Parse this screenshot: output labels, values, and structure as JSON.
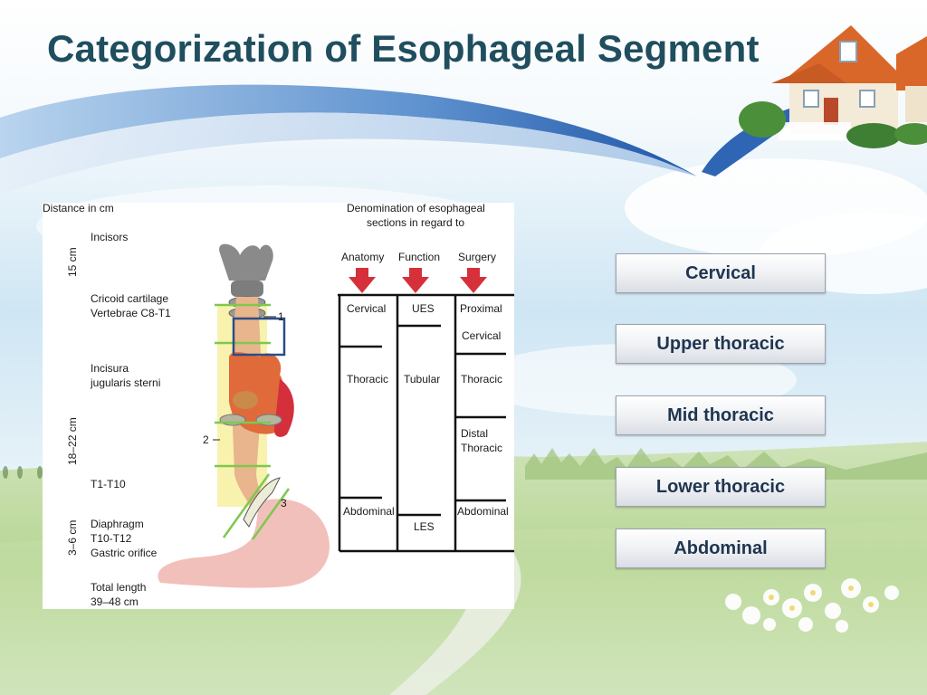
{
  "slide": {
    "title": "Categorization of Esophageal Segment"
  },
  "figure": {
    "left_labels": {
      "distance_header": "Distance in cm",
      "incisors": "Incisors",
      "cricoid": "Cricoid cartilage",
      "vertebrae_c8": "Vertebrae C8-T1",
      "incisura1": "Incisura",
      "incisura2": "jugularis sterni",
      "t1_t10": "T1-T10",
      "diaphragm": "Diaphragm",
      "t10_t12": "T10-T12",
      "gastric": "Gastric orifice",
      "total_length": "Total length",
      "total_range": "39–48 cm"
    },
    "distances": [
      "15 cm",
      "18–22 cm",
      "3–6 cm"
    ],
    "marker_numbers": [
      "1",
      "2",
      "3"
    ],
    "denomination": {
      "line1": "Denomination of esophageal",
      "line2": "sections in regard to"
    },
    "columns": [
      {
        "header": "Anatomy",
        "cells": [
          "Cervical",
          "Thoracic",
          "Abdominal"
        ]
      },
      {
        "header": "Function",
        "cells": [
          "UES",
          "Tubular",
          "LES"
        ]
      },
      {
        "header": "Surgery",
        "cells": [
          "Proximal",
          "Cervical",
          "Thoracic",
          "Distal",
          "Thoracic",
          "Abdominal"
        ]
      }
    ]
  },
  "segments": [
    "Cervical",
    "Upper thoracic",
    "Mid thoracic",
    "Lower thoracic",
    "Abdominal"
  ],
  "colors": {
    "title": "#1f4e5f",
    "arrow_red": "#d6303a",
    "highlight_green": "#7ec850",
    "highlight_yellow": "#f7f0a0",
    "box_text": "#1f3550"
  }
}
